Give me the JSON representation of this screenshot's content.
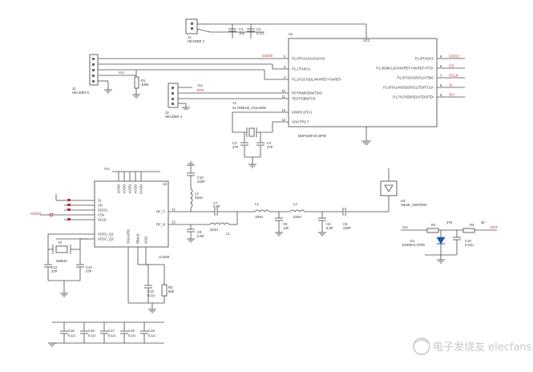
{
  "mcu": {
    "ref": "U1",
    "part": "MSP430F20-2IPW",
    "vcc": "VCC",
    "pins_left": [
      {
        "num": "2",
        "label": "P1.0/TACLK/ACLK/A0"
      },
      {
        "num": "3",
        "label": "P1.1/TA0/A1"
      },
      {
        "num": "4",
        "label": "P1.2/A2C/SDLA4/VREF+/VeREF-"
      },
      {
        "num": "10",
        "label": "RST/NMI/SBWTDIO"
      },
      {
        "num": "11",
        "label": "TEST/SBWTCK"
      },
      {
        "num": "13",
        "label": "XIN/P2.6/TA1"
      },
      {
        "num": "12",
        "label": "XOUT/P2.7"
      }
    ],
    "pins_right": [
      {
        "num": "5",
        "label": "P1.3/TA0/A2"
      },
      {
        "num": "6",
        "label": "P1.4/SMCLK/A4/VREF+/VeREF+/TCK"
      },
      {
        "num": "7",
        "label": "P1.5/TA0/A5/SCLK/TMS"
      },
      {
        "num": "8",
        "label": "P1.6/TA1/A6/SDO/SCL/TDI/TCLK"
      },
      {
        "num": "9",
        "label": "P1.7/A7/SDI/SDA/TDO/TDI"
      }
    ],
    "nets_right": [
      "GDO2",
      "CS",
      "SCLK",
      "SI",
      "SO"
    ],
    "net_left": "GDO0"
  },
  "headers": {
    "j1": {
      "ref": "J1",
      "name": "HEADER 2"
    },
    "j2": {
      "ref": "J2",
      "name": "HEADER 5"
    },
    "j3": {
      "ref": "J3",
      "name": "HEADER 4"
    }
  },
  "passives_top": {
    "c1": {
      "ref": "C1",
      "value": "10u"
    },
    "c2": {
      "ref": "C2",
      "value": "0.1U"
    },
    "r1": {
      "ref": "R1",
      "value": "100K"
    },
    "y1": {
      "ref": "Y1",
      "value": "32.768KHZ_COLUMN"
    },
    "c3": {
      "ref": "C3",
      "value": "27P"
    },
    "c4": {
      "ref": "C4",
      "value": "27P"
    },
    "vcc": "Vcc",
    "rst": "RST"
  },
  "rf": {
    "ref": "U2",
    "part": "cc1100",
    "vcc": "Vcc",
    "gdo0": "GDO0",
    "pins_left": [
      "SI",
      "SO",
      "GDO2",
      "CSn",
      "SCLK",
      "XOSC_Q1",
      "XOSC_Q2"
    ],
    "pins_right": [
      "RF_P",
      "RF_N"
    ],
    "pins_top": [
      "AVDD",
      "AVDD",
      "AVDD",
      "AVDD",
      "DVDD"
    ],
    "pins_bottom": [
      "DGUARD",
      "RBIAS",
      "GND"
    ],
    "pin_nums_right": [
      "12",
      "13"
    ]
  },
  "rf_passives": {
    "c10": {
      "ref": "C10",
      "value": "220P"
    },
    "l4": {
      "ref": "L4",
      "value": "33nH"
    },
    "c7": {
      "ref": "C7",
      "value": "0.8P"
    },
    "c8": {
      "ref": "C8",
      "value": "5.6P"
    },
    "l1": {
      "ref": "L1",
      "value": "22nH"
    },
    "l2": {
      "ref": "L2",
      "value": "18nH"
    },
    "l3": {
      "ref": "L3",
      "value": "22nH"
    },
    "c9": {
      "ref": "C9",
      "value": "12P"
    },
    "c6": {
      "ref": "C6",
      "value": "6.8P"
    },
    "c5": {
      "ref": "C5",
      "value": "220P"
    },
    "y2": {
      "ref": "Y2",
      "value": "26MHZ"
    },
    "c11": {
      "ref": "C11",
      "value": "27P"
    },
    "c12": {
      "ref": "C12",
      "value": "27P"
    },
    "c14": {
      "ref": "C14",
      "value": "0.1U"
    },
    "r3": {
      "ref": "R3",
      "value": "56K"
    },
    "antenna": {
      "ref": "U3",
      "value": "Handr_ANNT603"
    }
  },
  "esd": {
    "d1": {
      "ref": "D1",
      "value": "ESD5C3.3TPD"
    },
    "r2": {
      "ref": "R2",
      "value": "47K"
    },
    "r4": {
      "ref": "R4",
      "value": "30"
    },
    "c10b": {
      "ref": "C10",
      "value": "0.01U"
    },
    "vcc": "Vcc",
    "rst": "RST"
  },
  "decoupling": [
    {
      "ref": "C15",
      "value": "0.1U"
    },
    {
      "ref": "C16",
      "value": "0.1U"
    },
    {
      "ref": "C17",
      "value": "0.1U"
    },
    {
      "ref": "C18",
      "value": "0.1U"
    },
    {
      "ref": "C19",
      "value": "0.1U"
    }
  ],
  "watermark": "电子发烧友 elecfans.com"
}
